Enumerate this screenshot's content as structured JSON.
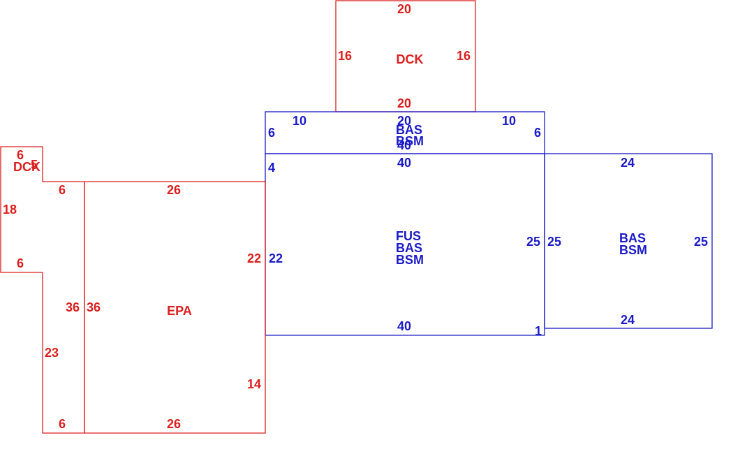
{
  "colors": {
    "red": "#dc1e1e",
    "blue": "#1a1ac8",
    "background": "#ffffff"
  },
  "areas": {
    "dck_top": "DCK",
    "dck_left": "DCK",
    "epa": "EPA",
    "bas_bsm_small": [
      "BAS",
      "BSM"
    ],
    "fus_bas_bsm": [
      "FUS",
      "BAS",
      "BSM"
    ],
    "bas_bsm_right": [
      "BAS",
      "BSM"
    ]
  },
  "dims": {
    "dck_top": {
      "top": "20",
      "left": "16",
      "right": "16",
      "bottom": "20"
    },
    "bas_small": {
      "top": "20",
      "left_seg": "10",
      "right_seg": "10",
      "left": "6",
      "right": "6",
      "bottom": "40"
    },
    "fus": {
      "top": "40",
      "bottom": "40",
      "left_small": "4",
      "left": "22",
      "right": "25",
      "corner": "1"
    },
    "bas_right": {
      "top": "24",
      "bottom": "24",
      "left": "25",
      "right": "25"
    },
    "dck_left": {
      "top": "6",
      "small": "5",
      "left": "18",
      "bottom": "6"
    },
    "epa": {
      "top_left": "6",
      "top": "26",
      "left_outer": "36",
      "left_inner": "36",
      "right_upper": "22",
      "right_lower": "14",
      "left_lower": "23",
      "bottom_left": "6",
      "bottom": "26"
    }
  }
}
